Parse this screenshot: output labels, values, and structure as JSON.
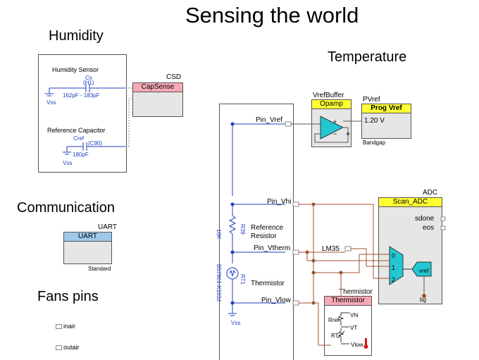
{
  "title": "Sensing the world",
  "sections": {
    "humidity": "Humidity",
    "temperature": "Temperature",
    "communication": "Communication",
    "fans": "Fans pins"
  },
  "humidity_block": {
    "sensor_label": "Humidity Sensor",
    "cs_name": "Cs",
    "cs_ref": "(H1)",
    "cs_range": "162pF - 183pF",
    "vss1": "Vss",
    "refcap_label": "Reference Capacitor",
    "cref_name": "Cref",
    "cref_ref": "(C90)",
    "cref_value": "180pF",
    "vss2": "Vss"
  },
  "csd": {
    "name": "CSD",
    "header": "CapSense"
  },
  "uart": {
    "name": "UART",
    "header": "UART",
    "footer": "Standard"
  },
  "fans": {
    "pin1": "inair",
    "pin2": "outair"
  },
  "vrefbuffer": {
    "name": "VrefBuffer",
    "header": "Opamp",
    "plus": "+",
    "minus": "−"
  },
  "pvref": {
    "name": "PVref",
    "header": "Prog Vref",
    "value": "1.20 V",
    "footer": "Bandgap"
  },
  "pins": {
    "vref": "Pin_Vref",
    "vhi": "Pin_Vhi",
    "vtherm": "Pin_Vtherm",
    "vlow": "Pin_Vlow",
    "lm35": "LM35"
  },
  "resistor": {
    "value": "10K",
    "ref": "R39",
    "label_line1": "Reference",
    "label_line2": "Resistor"
  },
  "thermistor_part": {
    "part": "B57861-K103J",
    "ref": "RT1",
    "label": "Thermistor",
    "vss": "Vss"
  },
  "adc": {
    "name": "ADC",
    "header": "Scan_ADC",
    "sdone": "sdone",
    "eos": "eos",
    "in0": "0",
    "in1": "1",
    "in2": "2",
    "vref": "vref",
    "bg": "bg"
  },
  "thermistor_block": {
    "name": "Thermistor",
    "header": "Thermistor",
    "rref": "Rref",
    "vhi": "Vhi",
    "vt": "VT",
    "rt": "RT",
    "vlow": "Vlow"
  },
  "colors": {
    "header_fill": "#f7a9b6",
    "yellow_header": "#ffff33",
    "cyan": "#22c7d1",
    "wire": "#a0522d",
    "blue": "#1f3fbf"
  }
}
